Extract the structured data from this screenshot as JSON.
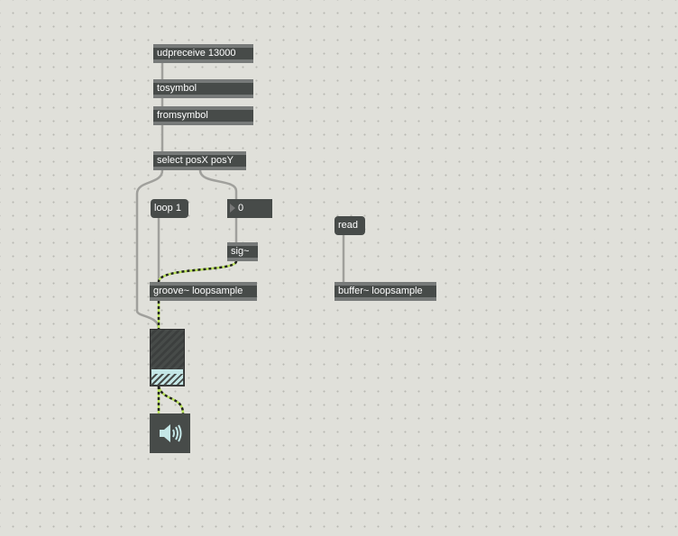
{
  "objects": {
    "udpreceive": "udpreceive 13000",
    "tosymbol": "tosymbol",
    "fromsymbol": "fromsymbol",
    "select": "select posX posY",
    "groove": "groove~ loopsample",
    "sig": "sig~",
    "buffer": "buffer~ loopsample"
  },
  "messages": {
    "loop": "loop 1",
    "read": "read"
  },
  "number_box": {
    "value": "0"
  },
  "gain_slider": {
    "level": 0.2
  },
  "ezdac": {
    "icon": "speaker-icon"
  },
  "colors": {
    "background": "#e0e0da",
    "object": "#474b49",
    "signal_cord": "#b8e05a",
    "control_cord": "#a0a09c"
  }
}
